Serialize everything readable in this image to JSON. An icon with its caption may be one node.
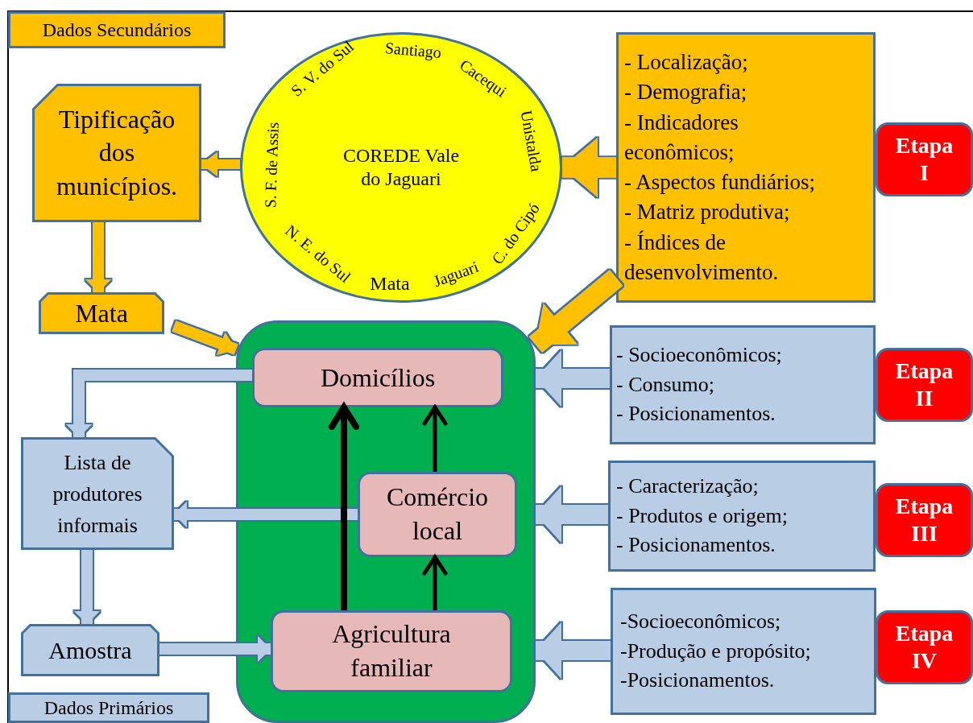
{
  "diagram": {
    "nodes": [
      {
        "text": [
          "Dados Secundários"
        ]
      },
      {
        "text": [
          "Tipificação dos municípios."
        ]
      },
      {
        "text": [
          "COREDE Vale do Jaguari",
          "Santiago",
          "Cacequi",
          "Unistalda",
          "C. do Cipó",
          "Jaguari",
          "Mata",
          "N. E. do Sul",
          "S. F. de Assis",
          "S. V. do Sul"
        ]
      },
      {
        "text": [
          "- Localização;",
          "- Demografia;",
          "- Indicadores econômicos;",
          "- Aspectos fundiários;",
          "- Matriz produtiva;",
          "- Índices de desenvolvimento."
        ]
      },
      {
        "text": [
          "Etapa I"
        ]
      },
      {
        "text": [
          "Mata"
        ]
      },
      {
        "text": [],
        "shape": "box"
      },
      {
        "text": [
          "Domicílios"
        ],
        "in": 6
      },
      {
        "text": [
          "Comércio local"
        ],
        "in": 6
      },
      {
        "text": [
          "Agricultura familiar"
        ],
        "in": 6
      },
      {
        "text": [
          "- Socioeconômicos;",
          "- Consumo;",
          "- Posicionamentos."
        ]
      },
      {
        "text": [
          "Etapa II"
        ]
      },
      {
        "text": [
          "Lista de produtores informais"
        ]
      },
      {
        "text": [
          "- Caracterização;",
          "- Produtos e origem;",
          "- Posicionamentos."
        ]
      },
      {
        "text": [
          "Etapa III"
        ]
      },
      {
        "text": [
          "Amostra"
        ]
      },
      {
        "text": [
          "-Socioeconômicos;",
          "-Produção e propósito;",
          "-Posicionamentos."
        ]
      },
      {
        "text": [
          "Etapa IV"
        ]
      },
      {
        "text": [
          "Dados Primários"
        ]
      }
    ],
    "edges": [
      {
        "from": 2,
        "to": 1,
        "arrow": "to",
        "color": "#ffc000"
      },
      {
        "from": 1,
        "to": 5,
        "arrow": "to",
        "color": "#ffc000"
      },
      {
        "from": 5,
        "to": 6,
        "arrow": "to",
        "color": "#ffc000"
      },
      {
        "from": 3,
        "to": 2,
        "arrow": "to",
        "style": "thick",
        "color": "#ffc000"
      },
      {
        "from": 3,
        "to": 6,
        "arrow": "to",
        "style": "thick",
        "color": "#ffc000"
      },
      {
        "from": 7,
        "to": 12,
        "arrow": "to"
      },
      {
        "from": 8,
        "to": 12,
        "arrow": "to"
      },
      {
        "from": 12,
        "to": 15,
        "arrow": "to"
      },
      {
        "from": 15,
        "to": 9,
        "arrow": "to"
      },
      {
        "from": 10,
        "to": 6,
        "arrow": "to"
      },
      {
        "from": 13,
        "to": 6,
        "arrow": "to"
      },
      {
        "from": 16,
        "to": 6,
        "arrow": "to"
      },
      {
        "from": 9,
        "to": 7,
        "arrow": "to",
        "color": "#000000"
      },
      {
        "from": 8,
        "to": 7,
        "arrow": "to",
        "color": "#000000"
      },
      {
        "from": 9,
        "to": 8,
        "arrow": "to",
        "color": "#000000"
      }
    ]
  }
}
